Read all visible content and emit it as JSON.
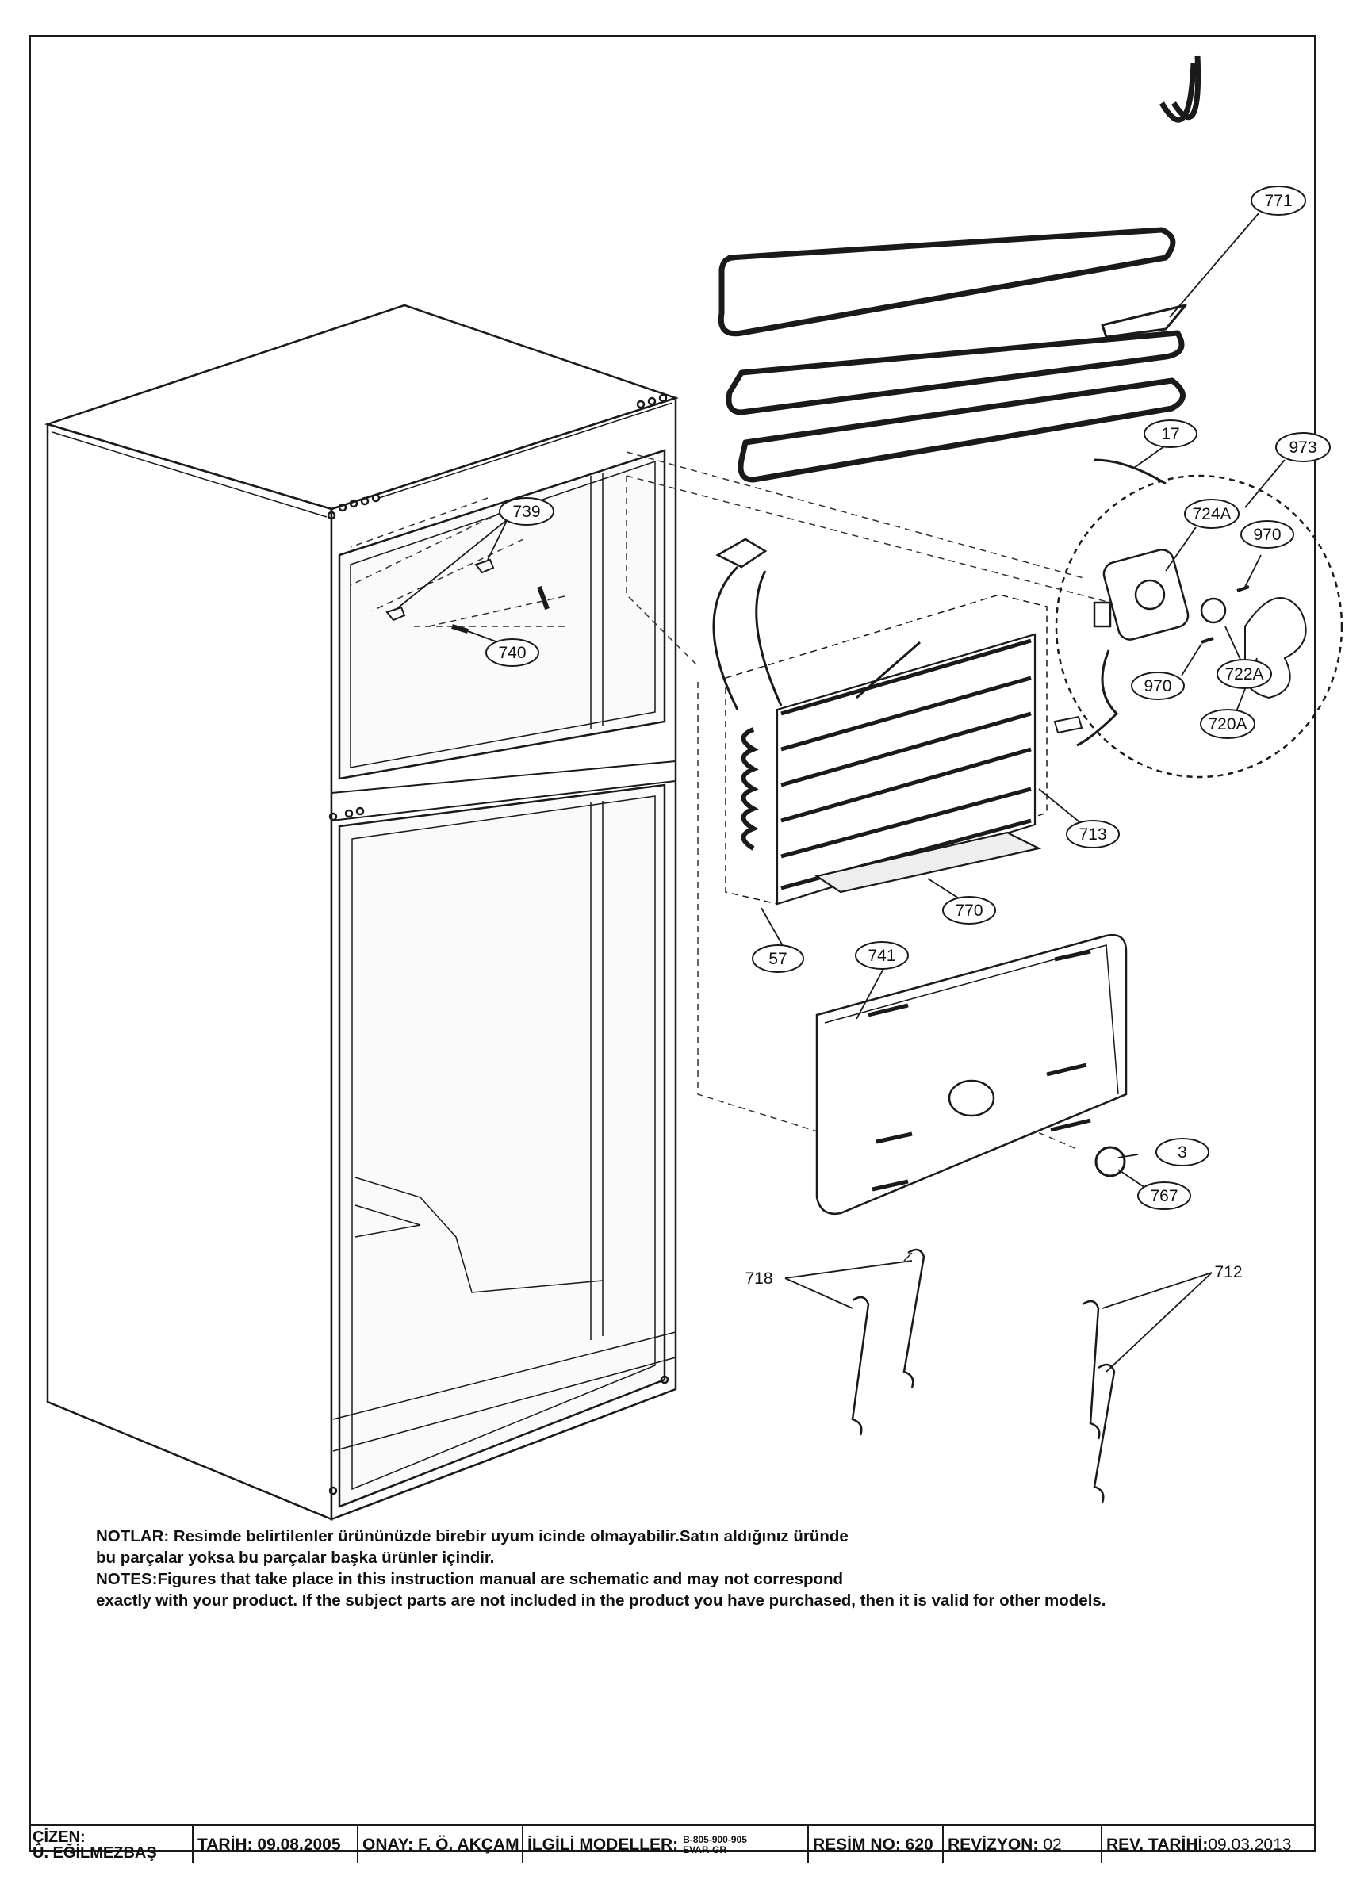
{
  "callouts": {
    "c771": "771",
    "c17": "17",
    "c973": "973",
    "c724A": "724A",
    "c970a": "970",
    "c970b": "970",
    "c722A": "722A",
    "c720A": "720A",
    "c713": "713",
    "c770": "770",
    "c57": "57",
    "c741": "741",
    "c3": "3",
    "c767": "767",
    "c739": "739",
    "c740": "740",
    "c718": "718",
    "c712": "712"
  },
  "notes": {
    "line1": "NOTLAR: Resimde belirtilenler ürününüzde birebir  uyum icinde olmayabilir.Satın aldığınız üründe",
    "line2": "bu parçalar yoksa bu parçalar başka ürünler içindir.",
    "line3": "NOTES:Figures that take place in this instruction manual are schematic  and may not correspond",
    "line4": "exactly with your product. If the subject parts are not included in the product you have purchased, then it is valid for other models."
  },
  "title_block": {
    "drawer_label": "ÇİZEN:",
    "drawer_name": "Ü. EĞİLMEZBAŞ",
    "date": "TARİH: 09.08.2005",
    "approval": "ONAY: F. Ö. AKÇAM",
    "models_label": "İLGİLİ MODELLER:",
    "models_line1": "B-805-900-905",
    "models_line2": "EVAP. GR",
    "drawing_no": "RESİM NO: 620",
    "revision_label": "REVİZYON:",
    "revision_value": "02",
    "rev_date_label": "REV. TARİHİ:",
    "rev_date_value": "09.03.2013"
  }
}
